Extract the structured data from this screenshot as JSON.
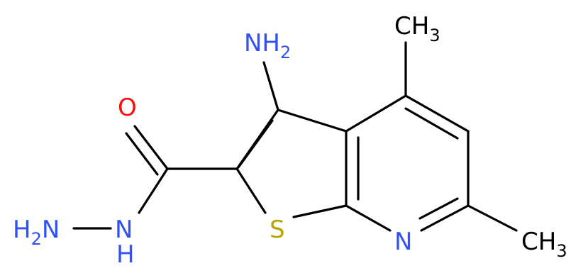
{
  "molecule": {
    "colors": {
      "carbon_bond": "#000000",
      "nitrogen": "#3050F8",
      "oxygen": "#FF0D0D",
      "sulfur": "#B8A400"
    },
    "atoms": {
      "amino_N": {
        "main": "NH",
        "sub": "2",
        "element": "N"
      },
      "hydrazide_NH2_H": "H",
      "hydrazide_NH2_N": "N",
      "hydrazide_NH2_sub": "2",
      "hydrazide_N": "N",
      "hydrazide_H": "H",
      "carbonyl_O": "O",
      "thiophene_S": "S",
      "pyridine_N": "N",
      "methyl_top": {
        "main": "CH",
        "sub": "3"
      },
      "methyl_right": {
        "main": "CH",
        "sub": "3"
      }
    }
  }
}
